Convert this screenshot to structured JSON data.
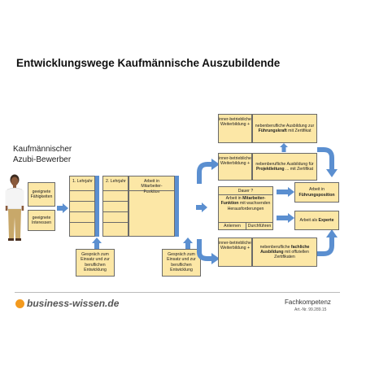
{
  "title": "Entwicklungswege Kaufmännische Auszubildende",
  "applicant": {
    "line1": "Kaufmännischer",
    "line2": "Azubi-Bewerber",
    "skills": "geeignete Fähigkeiten",
    "interests": "geeignete Interessen"
  },
  "training": {
    "year1": "1. Lehrjahr",
    "year2": "2. Lehrjahr",
    "work_function": "Arbeit in Mitarbeiter-Funktion",
    "talk1": "Gespräch zum Einsatz und zur beruflichen Entwicklung",
    "talk2": "Gespräch zum Einsatz und zur beruflichen Entwicklung"
  },
  "paths": {
    "top": {
      "left": "inner-betriebliche Weiterbildung +",
      "right_pre": "nebenberufliche Ausbildung zur ",
      "right_bold": "Führungskraft",
      "right_post": " mit Zertifikat"
    },
    "second": {
      "left": "inner-betriebliche Weiterbildung +",
      "right_pre": "nebenberufliche Ausbildung für ",
      "right_bold": "Projektleitung",
      "right_post": " ... mit Zertifikat"
    },
    "middle": {
      "dauer": "Dauer ?",
      "work_pre": "Arbeit in ",
      "work_bold": "Mitarbeiter-Funktion",
      "work_post": " mit wachsenden Herausforderungen",
      "anlernen": "Anlernen",
      "durchfuehren": "Durchführen"
    },
    "bottom": {
      "left": "inner-betriebliche Weiterbildung +",
      "right_pre": "nebenberufliche ",
      "right_bold": "fachliche Ausbildung",
      "right_post": " mit offiziellen Zertifikaten"
    }
  },
  "outcomes": {
    "leader_pre": "Arbeit in ",
    "leader_bold": "Führungsposition",
    "expert_pre": "Arbeit als ",
    "expert_bold": "Experte"
  },
  "footer": {
    "logo": "business-wissen.de",
    "category": "Fachkompetenz",
    "article": "Art.-Nr. 99.289.15"
  },
  "colors": {
    "box_fill": "#fce7a6",
    "arrow": "#5b8fd0",
    "logo_dot": "#f39a1e"
  }
}
